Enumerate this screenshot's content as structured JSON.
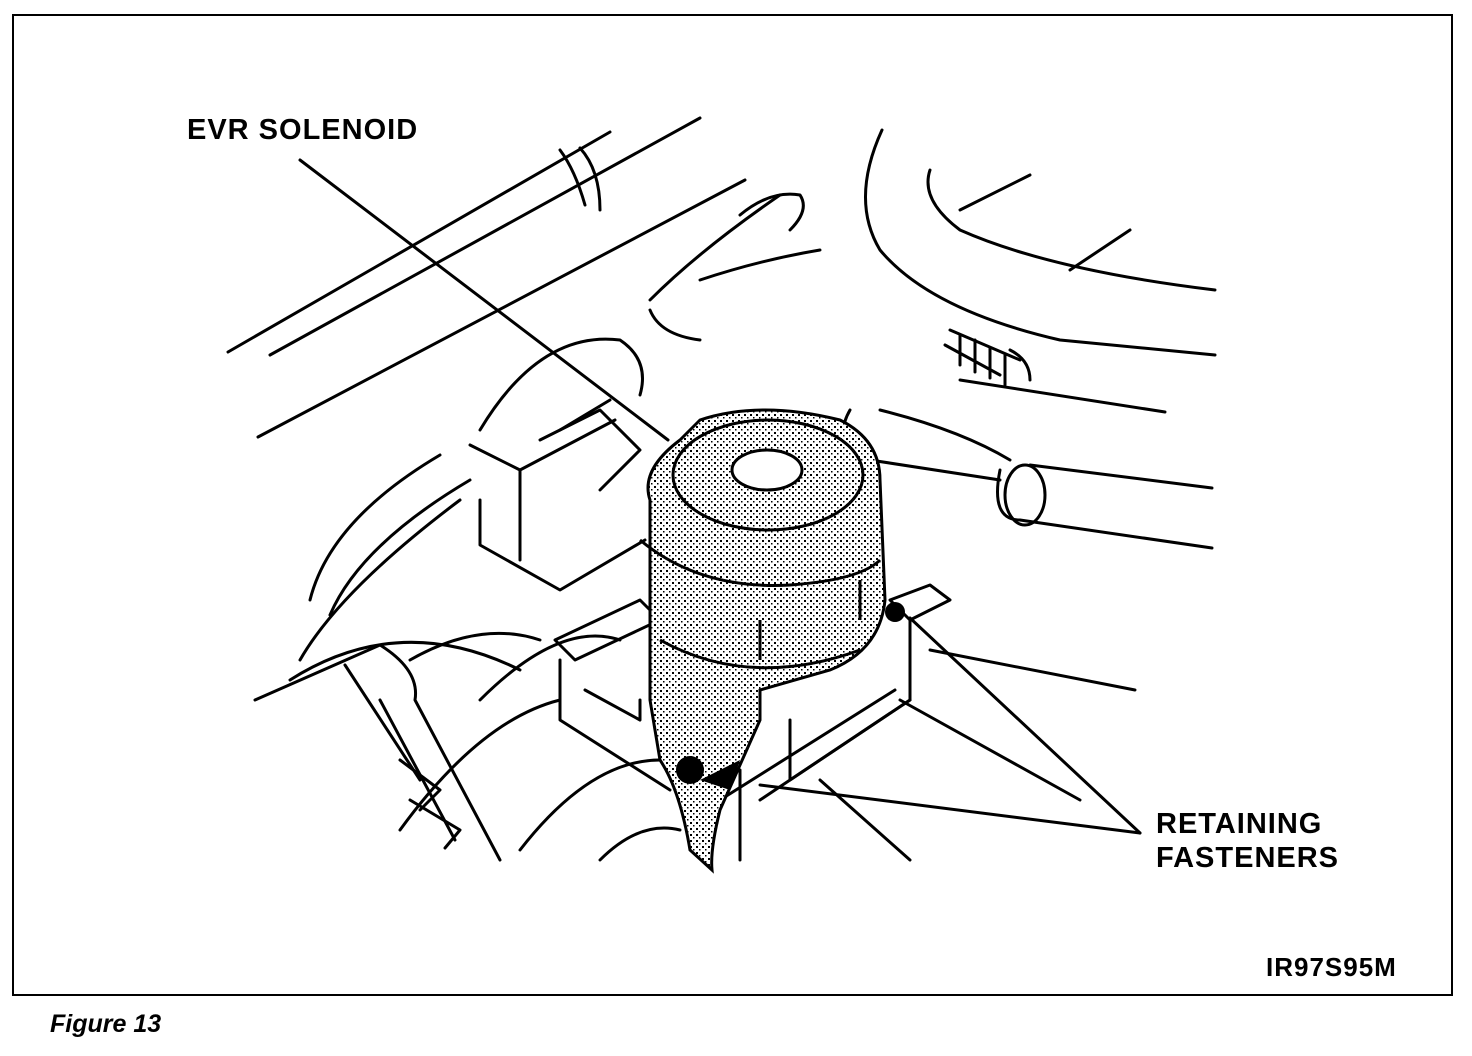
{
  "labels": {
    "evr_solenoid": "EVR SOLENOID",
    "retaining_line1": "RETAINING",
    "retaining_line2": "FASTENERS",
    "figure_code": "IR97S95M"
  },
  "caption": "Figure 13",
  "colors": {
    "ink": "#000000",
    "paper": "#ffffff"
  }
}
